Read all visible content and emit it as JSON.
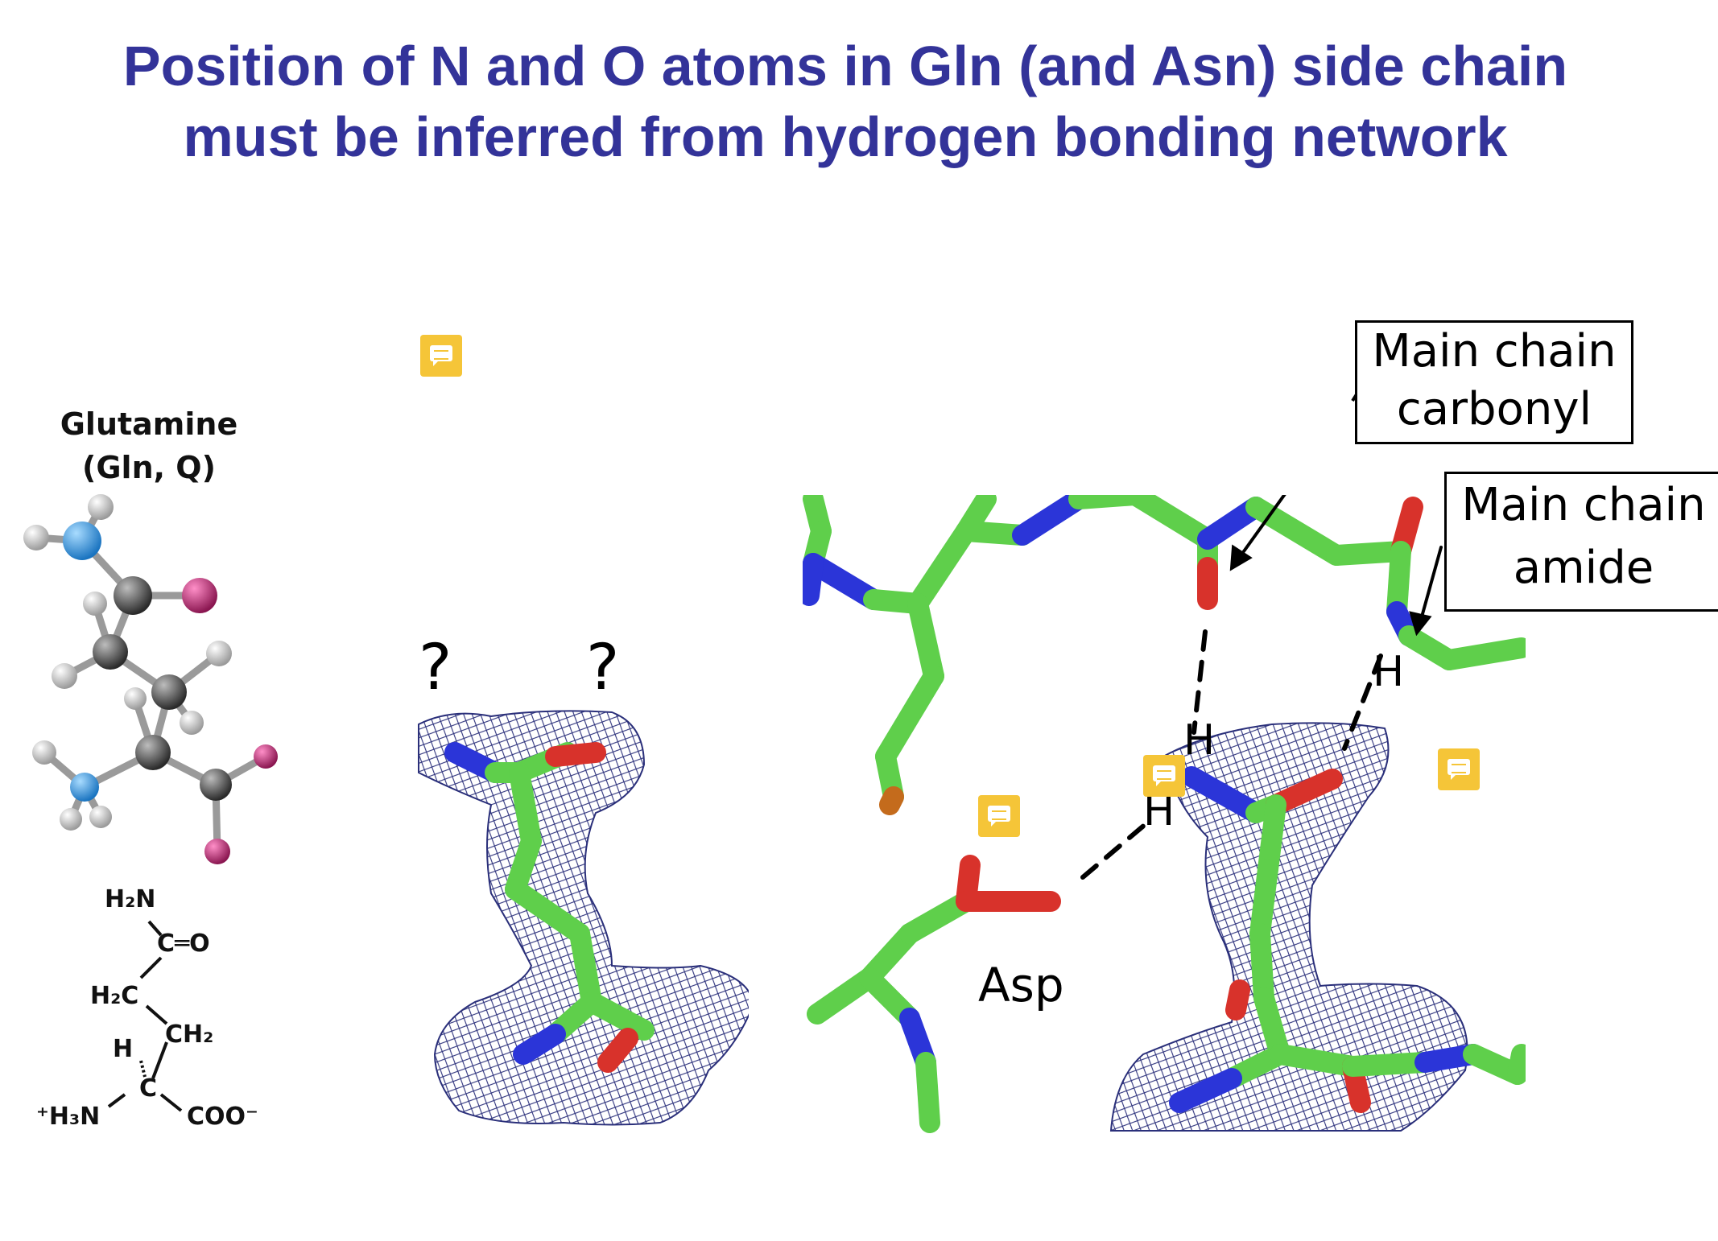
{
  "title": {
    "line1": "Position of N and O atoms in Gln (and Asn) side chain",
    "line2": "must be inferred from hydrogen bonding network"
  },
  "glutamine": {
    "name_line1": "Glutamine",
    "name_line2": "(Gln, Q)",
    "formula": {
      "h2n": "H₂N",
      "c_eq_o": "C═O",
      "h2c": "H₂C",
      "ch2": "CH₂",
      "h": "H",
      "c": "C",
      "h3n": "⁺H₃N",
      "coo": "COO⁻"
    }
  },
  "density_panel": {
    "question_marks": [
      "?",
      "?"
    ]
  },
  "structure_panel": {
    "asp_label": "Asp",
    "h_labels": [
      "H",
      "H",
      "H"
    ]
  },
  "callouts": {
    "carbonyl_line1": "Main chain",
    "carbonyl_line2": "carbonyl",
    "amide_line1": "Main chain",
    "amide_line2": "amide"
  },
  "colors": {
    "title": "#333399",
    "carbon": "#5fcf4b",
    "nitrogen": "#2b35d8",
    "oxygen": "#d8322b",
    "mesh": "#2a2f7a",
    "note_icon": "#f5c538"
  }
}
